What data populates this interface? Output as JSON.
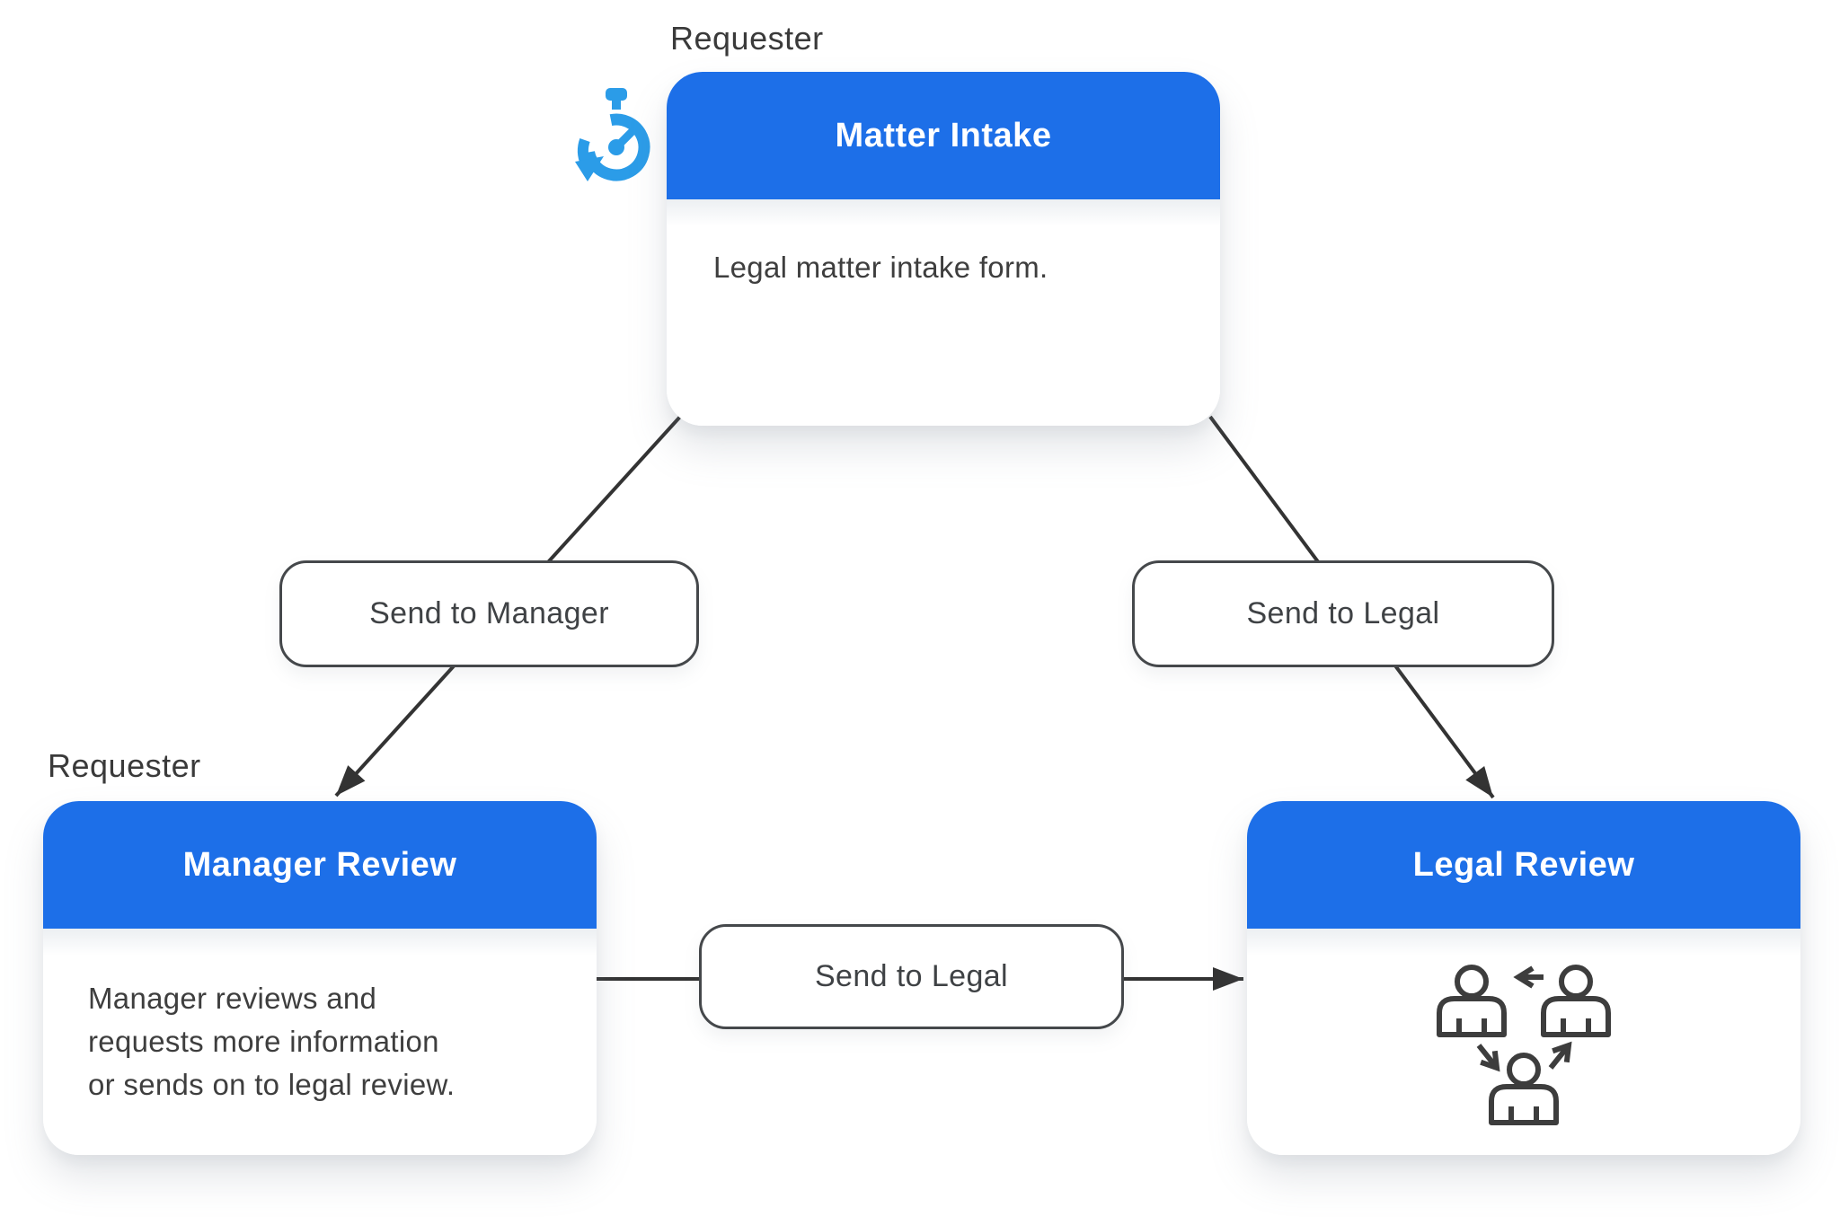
{
  "diagram": {
    "type": "workflow",
    "palette": {
      "header_blue": "#1d6fe8",
      "stopwatch_blue": "#2b9ce8",
      "connector_dark": "#333333",
      "text_dark": "#3e3e3e",
      "pill_border": "#45484b",
      "card_background": "#ffffff"
    },
    "nodes": {
      "matter_intake": {
        "lane_label": "Requester",
        "title": "Matter Intake",
        "description": "Legal matter intake form.",
        "badge_icon": "stopwatch-icon"
      },
      "manager_review": {
        "lane_label": "Requester",
        "title": "Manager Review",
        "description": "Manager reviews and\nrequests more information\nor sends on to legal review."
      },
      "legal_review": {
        "title": "Legal Review",
        "body_icon": "people-cycle-icon"
      }
    },
    "transitions": {
      "send_to_manager": {
        "label": "Send to Manager",
        "from": "Matter Intake",
        "to": "Manager Review"
      },
      "send_to_legal_top": {
        "label": "Send to Legal",
        "from": "Matter Intake",
        "to": "Legal Review"
      },
      "send_to_legal_mid": {
        "label": "Send to Legal",
        "from": "Manager Review",
        "to": "Legal Review"
      }
    }
  }
}
